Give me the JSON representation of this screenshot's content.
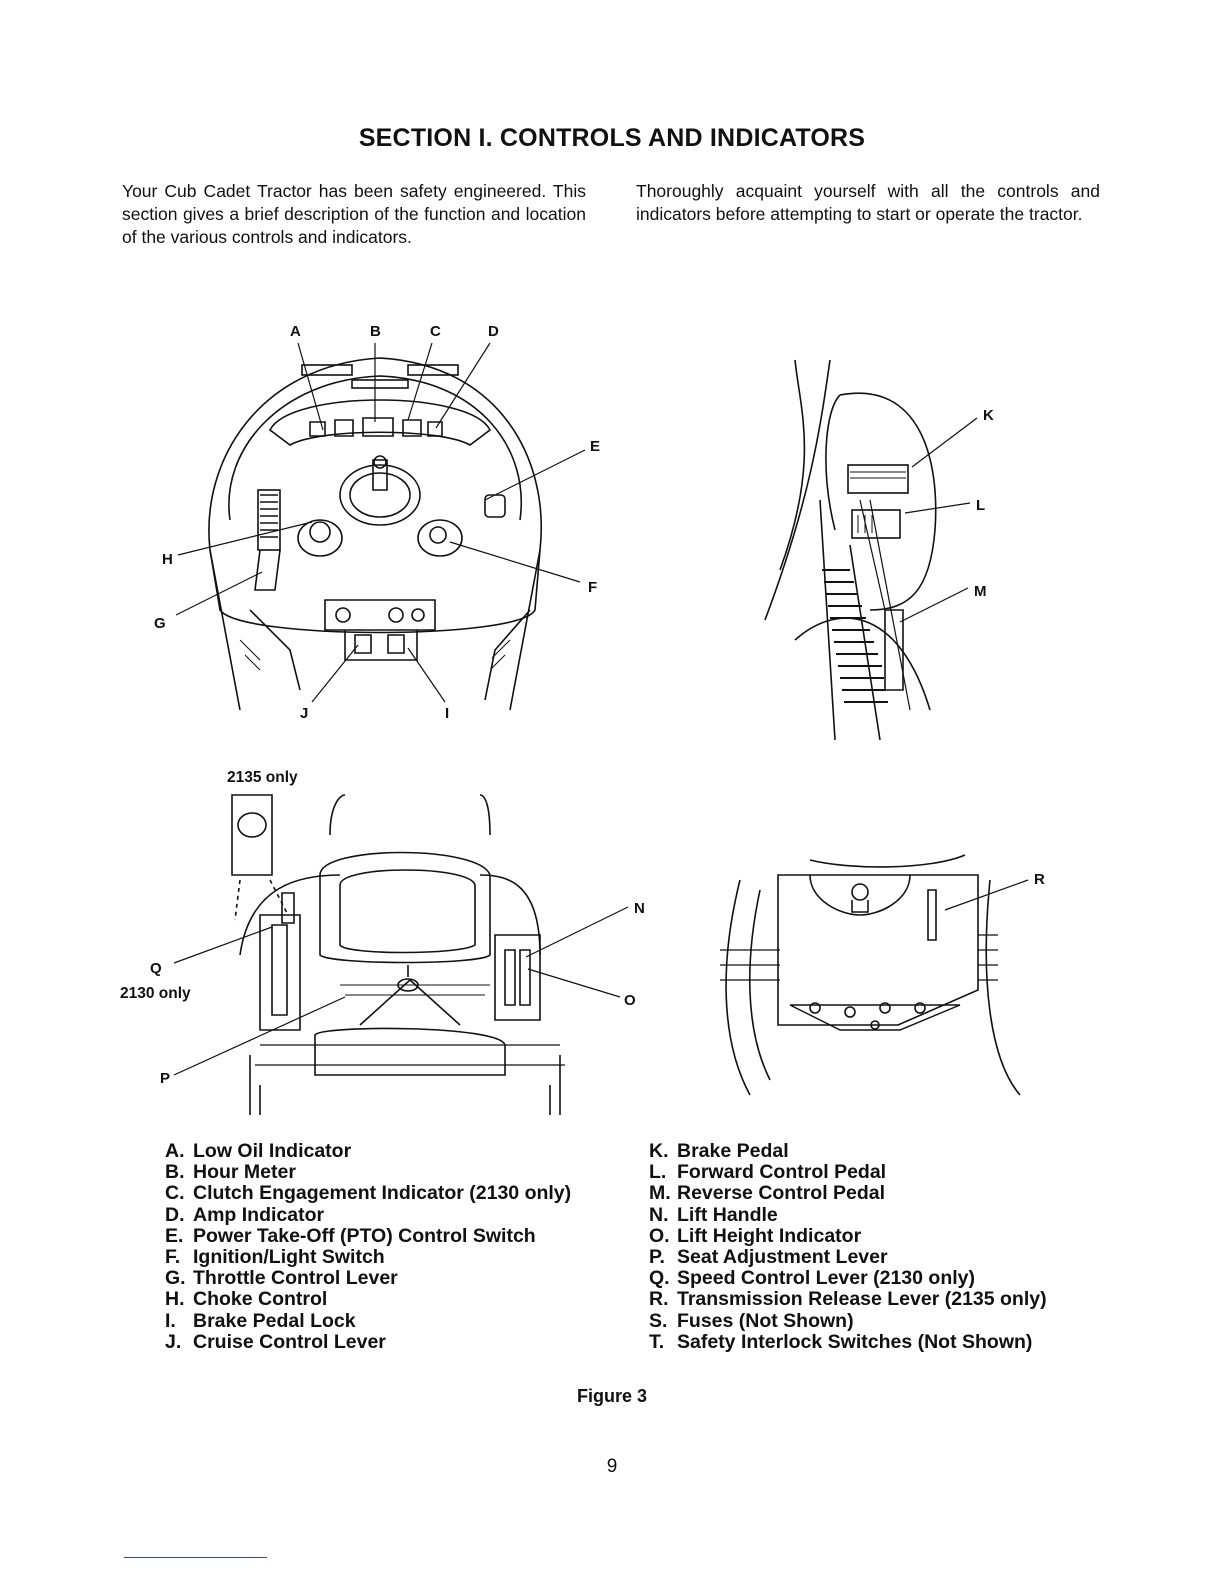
{
  "section_title": "SECTION I. CONTROLS AND INDICATORS",
  "intro": {
    "left": "Your Cub Cadet Tractor has been safety engineered. This section gives a brief description of the function and location of the various controls and indicators.",
    "right": "Thoroughly acquaint yourself with all the controls and indicators before attempting to start or operate the tractor."
  },
  "figure_labels": {
    "dash": [
      "A",
      "B",
      "C",
      "D",
      "E",
      "F",
      "G",
      "H",
      "I",
      "J"
    ],
    "pedals": [
      "K",
      "L",
      "M"
    ],
    "seat": [
      "N",
      "O",
      "P",
      "Q"
    ],
    "rear": [
      "R"
    ]
  },
  "notes": {
    "model_2135": "2135 only",
    "model_2130": "2130 only"
  },
  "legend_left": [
    {
      "key": "A.",
      "text": "Low Oil Indicator"
    },
    {
      "key": "B.",
      "text": "Hour Meter"
    },
    {
      "key": "C.",
      "text": "Clutch Engagement Indicator (2130 only)"
    },
    {
      "key": "D.",
      "text": "Amp Indicator"
    },
    {
      "key": "E.",
      "text": "Power Take-Off (PTO) Control Switch"
    },
    {
      "key": "F.",
      "text": "Ignition/Light Switch"
    },
    {
      "key": "G.",
      "text": "Throttle Control Lever"
    },
    {
      "key": "H.",
      "text": "Choke Control"
    },
    {
      "key": "I.",
      "text": "Brake Pedal Lock"
    },
    {
      "key": "J.",
      "text": "Cruise Control Lever"
    }
  ],
  "legend_right": [
    {
      "key": "K.",
      "text": "Brake Pedal"
    },
    {
      "key": "L.",
      "text": "Forward Control Pedal"
    },
    {
      "key": "M.",
      "text": "Reverse Control Pedal"
    },
    {
      "key": "N.",
      "text": "Lift Handle"
    },
    {
      "key": "O.",
      "text": "Lift Height Indicator"
    },
    {
      "key": "P.",
      "text": "Seat Adjustment Lever"
    },
    {
      "key": "Q.",
      "text": "Speed Control Lever (2130 only)"
    },
    {
      "key": "R.",
      "text": "Transmission Release Lever (2135 only)"
    },
    {
      "key": "S.",
      "text": "Fuses (Not Shown)"
    },
    {
      "key": "T.",
      "text": "Safety Interlock Switches (Not Shown)"
    }
  ],
  "caption": "Figure 3",
  "page_number": "9"
}
